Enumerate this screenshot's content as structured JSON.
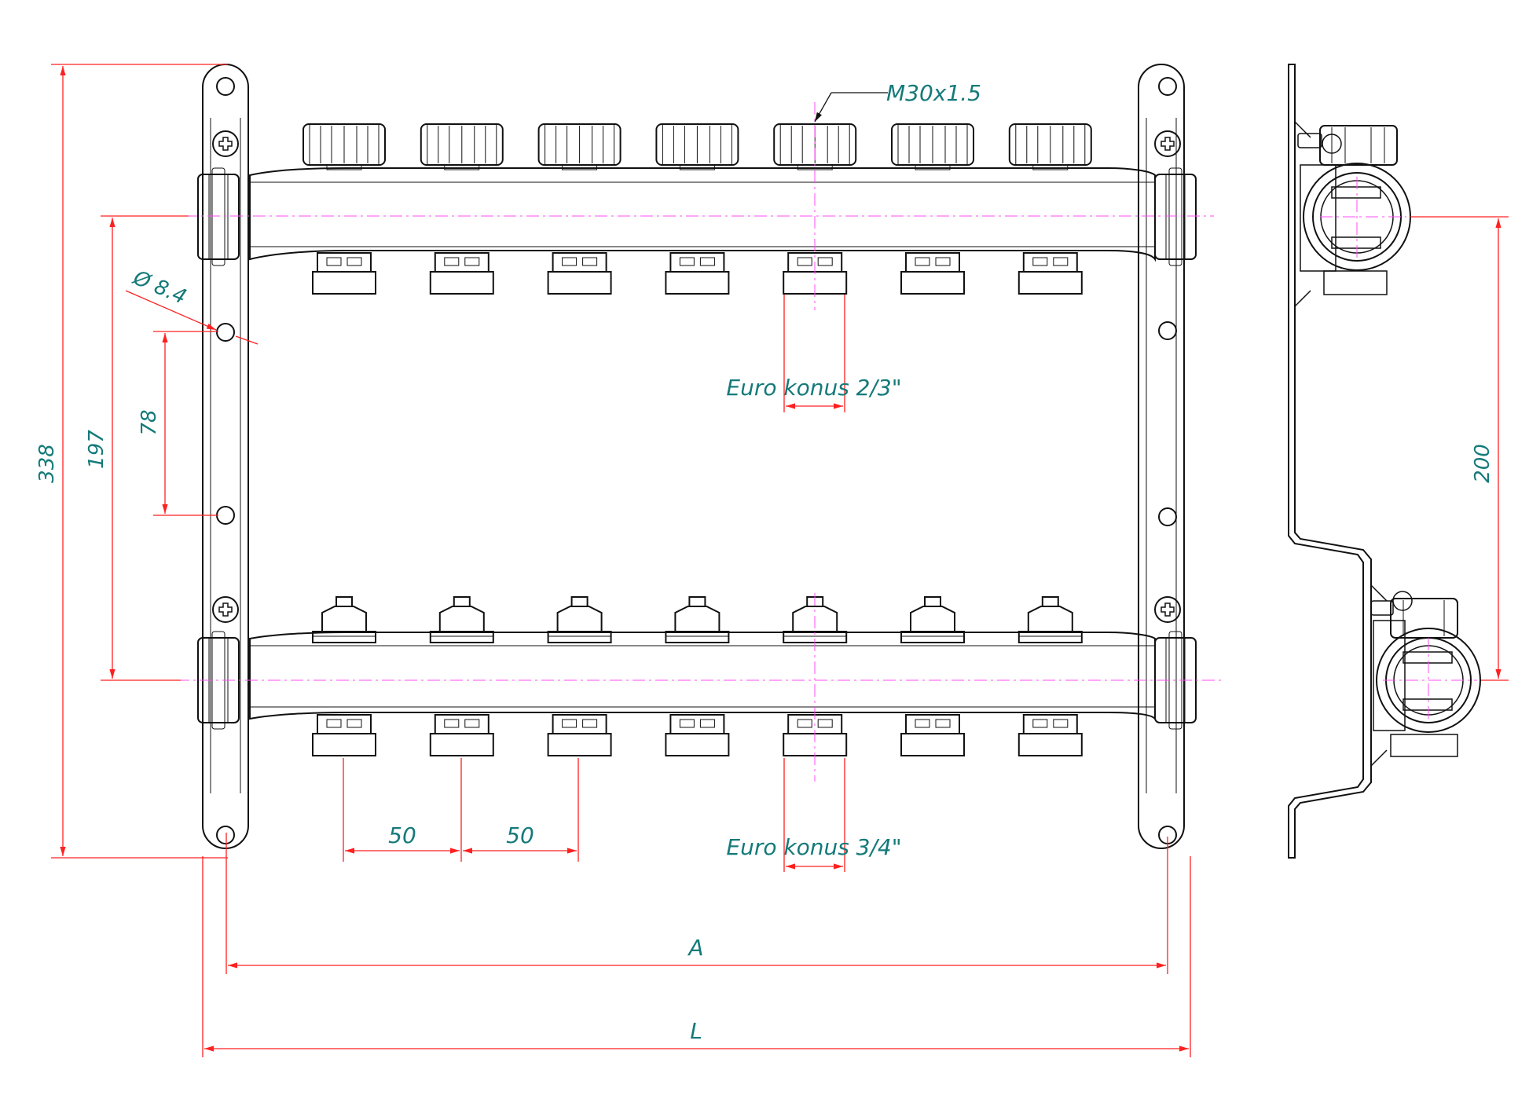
{
  "labels": {
    "thread": "M30x1.5",
    "euro_top": "Euro konus 2/3\"",
    "euro_bottom": "Euro konus 3/4\"",
    "hole_dia": "Ø 8.4",
    "dim_total_height": "338",
    "dim_mount_height": "197",
    "dim_hole_spacing": "78",
    "dim_pitch_1": "50",
    "dim_pitch_2": "50",
    "dim_axis": "200",
    "dim_a": "A",
    "dim_l": "L"
  },
  "colors": {
    "outline": "#111111",
    "dimension": "#ff2020",
    "centerline": "#ff4df5",
    "text": "#157a7a"
  },
  "outlets_per_bar": 7
}
